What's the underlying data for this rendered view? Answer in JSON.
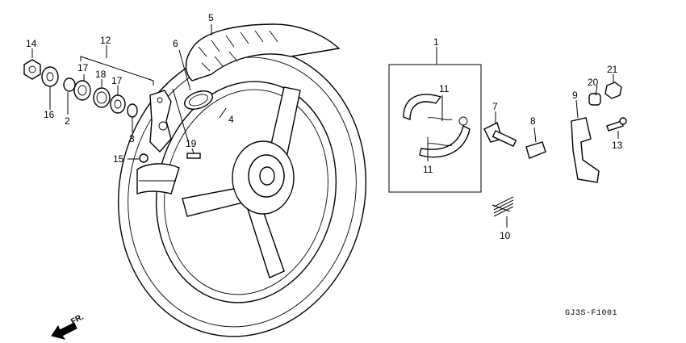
{
  "diagram": {
    "code": "GJ3S-F1001",
    "direction_label": "FR.",
    "callouts": [
      {
        "id": "1",
        "text": "1"
      },
      {
        "id": "2",
        "text": "2"
      },
      {
        "id": "3",
        "text": "3"
      },
      {
        "id": "4",
        "text": "4"
      },
      {
        "id": "5",
        "text": "5"
      },
      {
        "id": "6",
        "text": "6"
      },
      {
        "id": "7",
        "text": "7"
      },
      {
        "id": "8",
        "text": "8"
      },
      {
        "id": "9",
        "text": "9"
      },
      {
        "id": "10",
        "text": "10"
      },
      {
        "id": "11a",
        "text": "11"
      },
      {
        "id": "11b",
        "text": "11"
      },
      {
        "id": "12",
        "text": "12"
      },
      {
        "id": "13",
        "text": "13"
      },
      {
        "id": "14",
        "text": "14"
      },
      {
        "id": "15",
        "text": "15"
      },
      {
        "id": "16",
        "text": "16"
      },
      {
        "id": "17a",
        "text": "17"
      },
      {
        "id": "17b",
        "text": "17"
      },
      {
        "id": "18",
        "text": "18"
      },
      {
        "id": "19",
        "text": "19"
      },
      {
        "id": "20",
        "text": "20"
      },
      {
        "id": "21",
        "text": "21"
      }
    ]
  }
}
